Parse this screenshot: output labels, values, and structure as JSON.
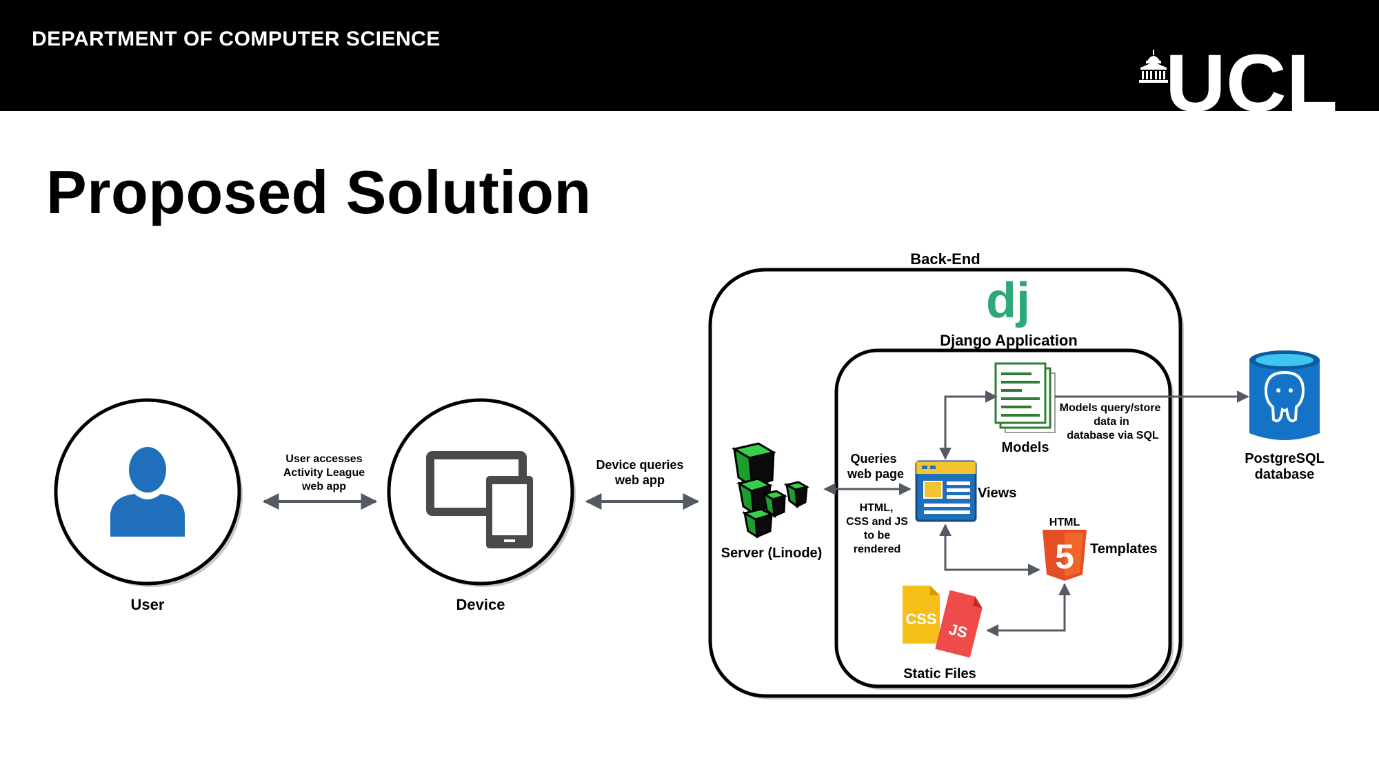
{
  "header": {
    "department": "DEPARTMENT OF COMPUTER SCIENCE",
    "logo_text": "UCL"
  },
  "slide": {
    "title": "Proposed Solution"
  },
  "diagram": {
    "user_label": "User",
    "device_label": "Device",
    "edge_user_device": [
      "User accesses",
      "Activity League",
      "web app"
    ],
    "edge_device_server": [
      "Device queries",
      "web app"
    ],
    "backend_title": "Back-End",
    "django_logo": "dj",
    "django_title": "Django Application",
    "server_label": "Server (Linode)",
    "queries_label": [
      "Queries",
      "web page"
    ],
    "render_label": [
      "HTML,",
      "CSS and JS",
      "to be",
      "rendered"
    ],
    "views_label": "Views",
    "models_label": "Models",
    "models_edge": [
      "Models query/store",
      "data in",
      "database via SQL"
    ],
    "templates_label": "Templates",
    "html_badge": "HTML",
    "html_digit": "5",
    "static_label": "Static Files",
    "css_badge": "CSS",
    "js_badge": "JS",
    "db_label": [
      "PostgreSQL",
      "database"
    ]
  },
  "colors": {
    "user_blue": "#1f6fba",
    "device_gray": "#4a4a4a",
    "arrow_gray": "#545a63",
    "django_green": "#2ba977",
    "linode_green": "#22c03a",
    "models_green": "#2e7d32",
    "html5_orange": "#e44d26",
    "css_yellow": "#f5bf17",
    "js_red": "#ef4b4b",
    "postgres_blue": "#1473c7"
  }
}
